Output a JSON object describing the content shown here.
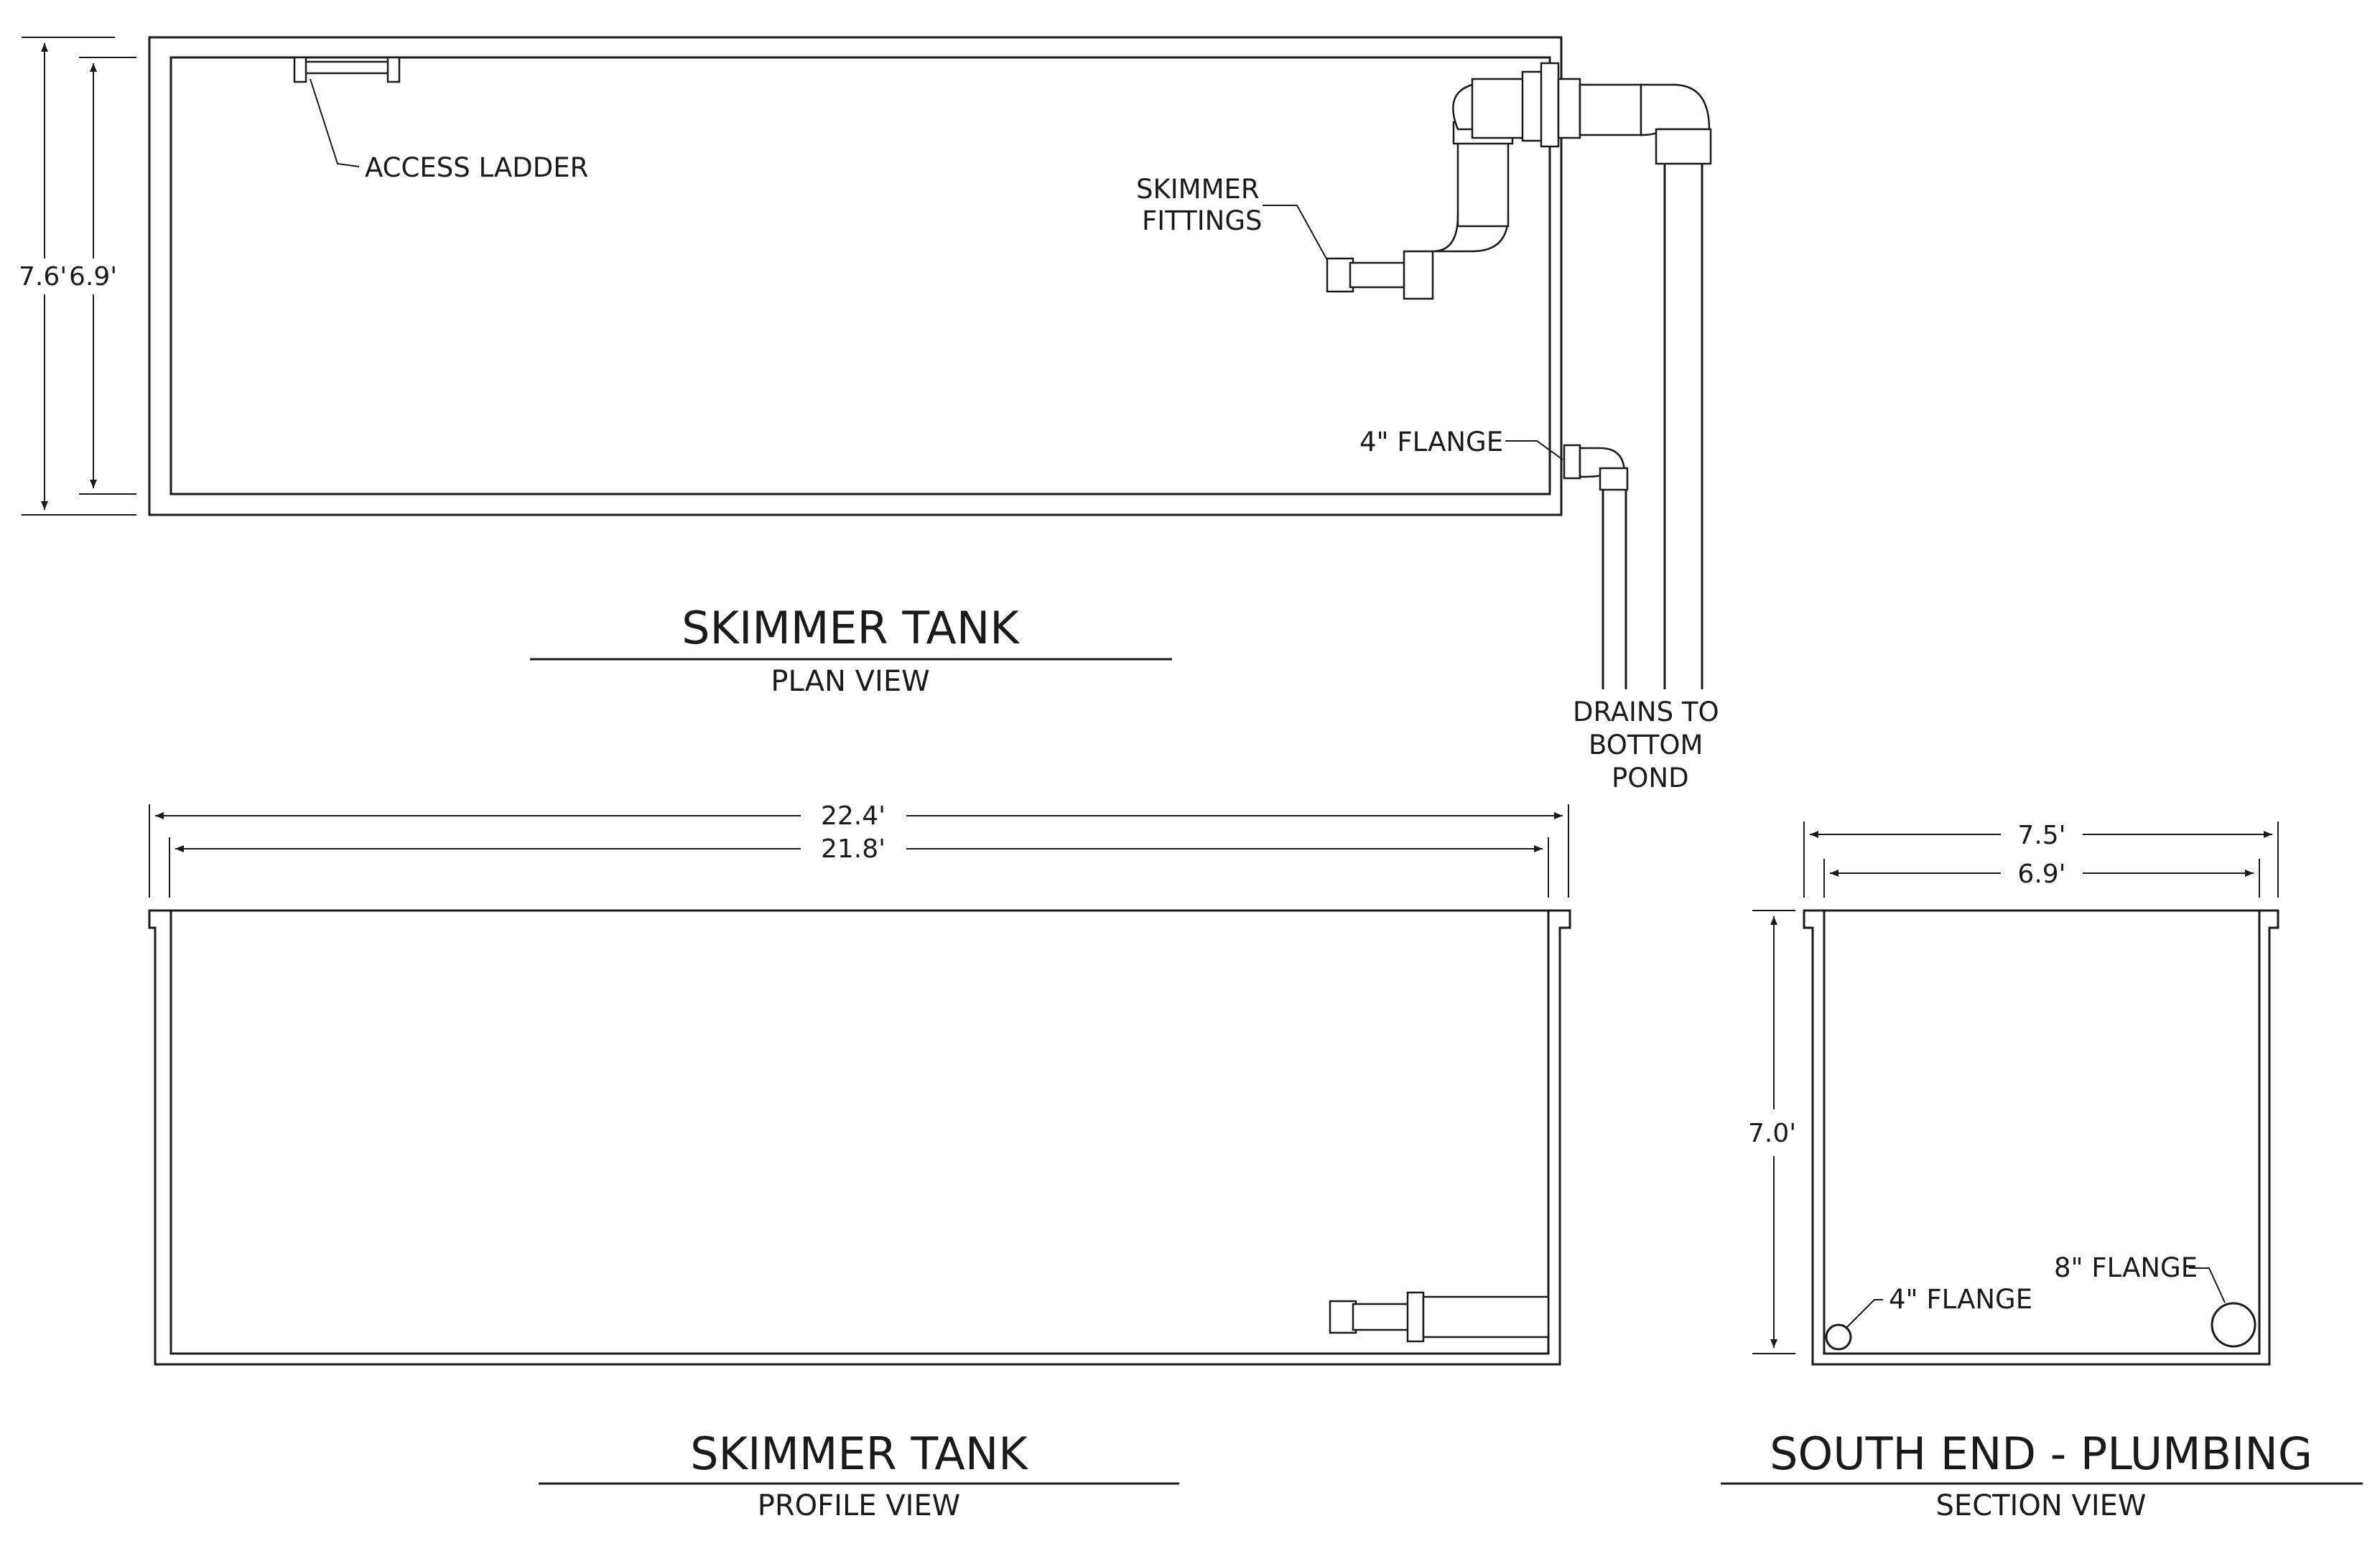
{
  "plan_view": {
    "title": "SKIMMER TANK",
    "subtitle": "PLAN VIEW",
    "dim_outer": "7.6'",
    "dim_inner": "6.9'",
    "label_ladder": "ACCESS LADDER",
    "label_skimmer_1": "SKIMMER",
    "label_skimmer_2": "FITTINGS",
    "label_flange": "4\" FLANGE",
    "label_drains_1": "DRAINS TO",
    "label_drains_2": "BOTTOM",
    "label_drains_3": "POND"
  },
  "profile_view": {
    "title": "SKIMMER TANK",
    "subtitle": "PROFILE VIEW",
    "dim_outer": "22.4'",
    "dim_inner": "21.8'"
  },
  "section_view": {
    "title": "SOUTH END - PLUMBING",
    "subtitle": "SECTION VIEW",
    "dim_outer": "7.5'",
    "dim_inner": "6.9'",
    "dim_height": "7.0'",
    "label_flange_4": "4\" FLANGE",
    "label_flange_8": "8\" FLANGE"
  }
}
